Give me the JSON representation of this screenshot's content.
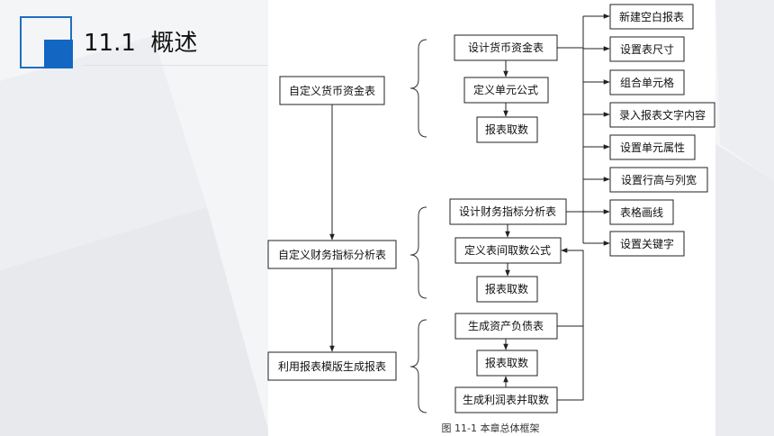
{
  "slide": {
    "title": "11.1  概述",
    "colors": {
      "accent": "#1366c2",
      "background": "#f4f5f7"
    }
  },
  "diagram": {
    "caption": "图 11-1  本章总体框架",
    "groups": [
      {
        "label": "自定义货币资金表",
        "steps": [
          "设计货币资金表",
          "定义单元公式",
          "报表取数"
        ]
      },
      {
        "label": "自定义财务指标分析表",
        "steps": [
          "设计财务指标分析表",
          "定义表间取数公式",
          "报表取数"
        ]
      },
      {
        "label": "利用报表模版生成报表",
        "steps": [
          "生成资产负债表",
          "报表取数",
          "生成利润表并取数"
        ]
      }
    ],
    "design_operations": [
      "新建空白报表",
      "设置表尺寸",
      "组合单元格",
      "录入报表文字内容",
      "设置单元属性",
      "设置行高与列宽",
      "表格画线",
      "设置关键字"
    ]
  }
}
